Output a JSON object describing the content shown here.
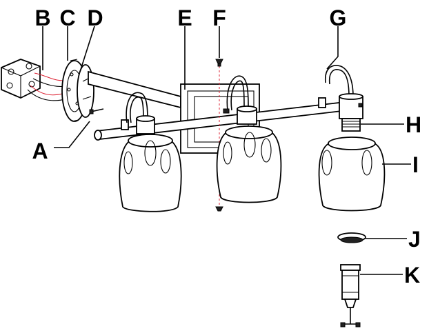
{
  "labels": {
    "a": "A",
    "b": "B",
    "c": "C",
    "d": "D",
    "e": "E",
    "f": "F",
    "g": "G",
    "h": "H",
    "i": "I",
    "j": "J",
    "k": "K"
  }
}
